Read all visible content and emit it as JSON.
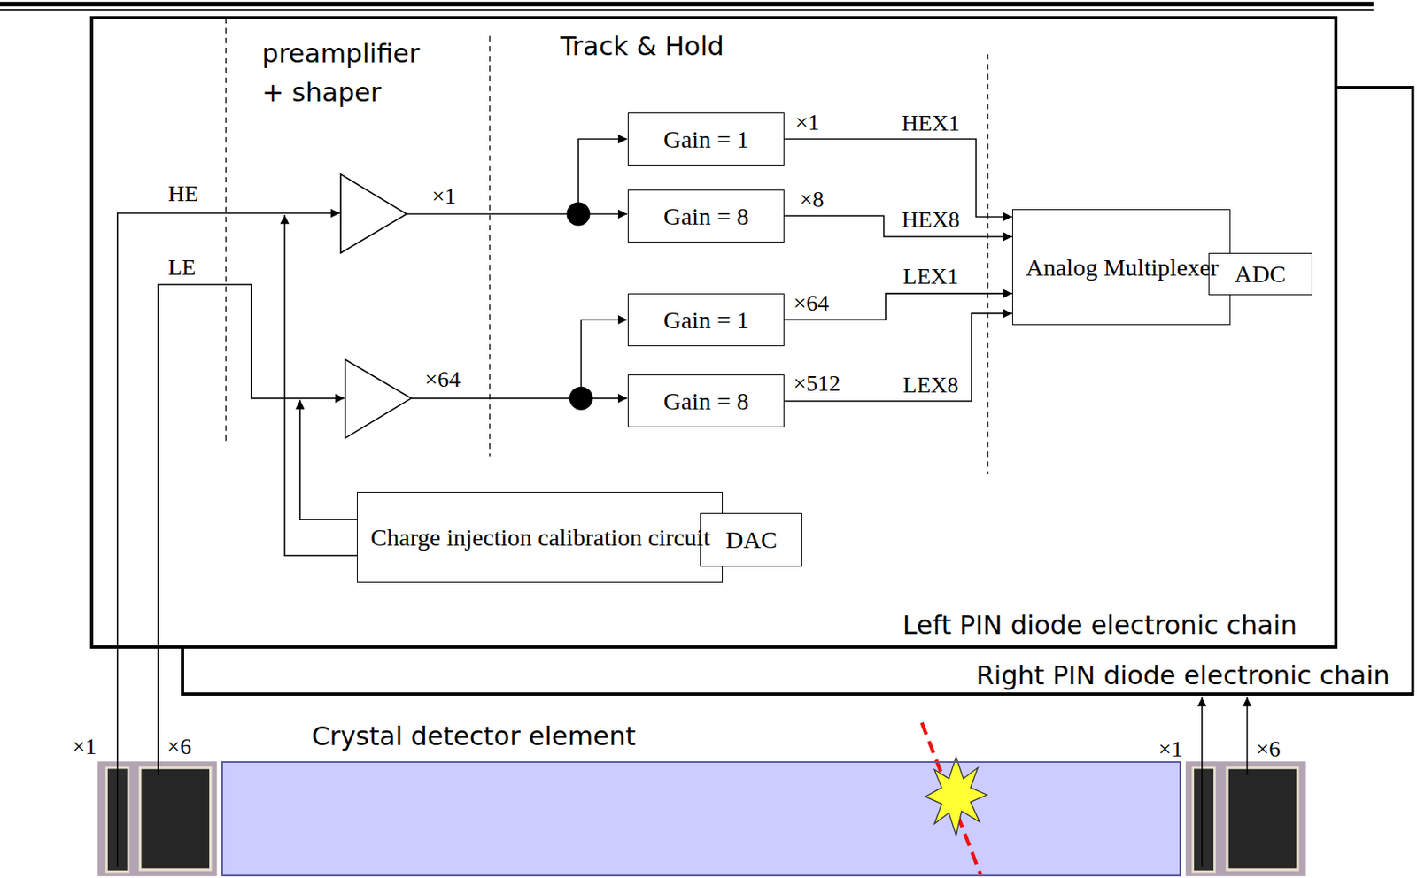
{
  "diagram": {
    "nodes": [
      {
        "text": [
          "Left PIN diode electronic chain"
        ]
      },
      {
        "text": [
          "Gain = 1"
        ],
        "in": 0
      },
      {
        "text": [
          "Gain = 8"
        ],
        "in": 0
      },
      {
        "text": [
          "Gain = 1"
        ],
        "in": 0
      },
      {
        "text": [
          "Gain = 8"
        ],
        "in": 0
      },
      {
        "text": [
          "Analog Multiplexer"
        ],
        "in": 0
      },
      {
        "text": [
          "ADC"
        ],
        "in": 0
      },
      {
        "text": [
          "Charge injection calibration circuit"
        ],
        "in": 0
      },
      {
        "text": [
          "DAC"
        ],
        "in": 0
      },
      {
        "text": [
          "Right PIN diode electronic chain"
        ]
      },
      {
        "text": [
          "Crystal detector element"
        ]
      }
    ],
    "edges": [
      {
        "from": 1,
        "to": 5,
        "arrow": "to",
        "label": "HEX1"
      },
      {
        "from": 2,
        "to": 5,
        "arrow": "to",
        "label": "HEX8"
      },
      {
        "from": 3,
        "to": 5,
        "arrow": "to",
        "label": "LEX1"
      },
      {
        "from": 4,
        "to": 5,
        "arrow": "to",
        "label": "LEX8"
      },
      {
        "from": 5,
        "to": 6,
        "arrow": "to"
      },
      {
        "from": 8,
        "to": 7,
        "arrow": "to"
      }
    ],
    "labels": [
      "preamplifier + shaper",
      "Track & Hold",
      "HE",
      "LE",
      "×1",
      "×64",
      "×1",
      "×8",
      "×64",
      "×512",
      "×1",
      "×6",
      "×1",
      "×6"
    ]
  }
}
